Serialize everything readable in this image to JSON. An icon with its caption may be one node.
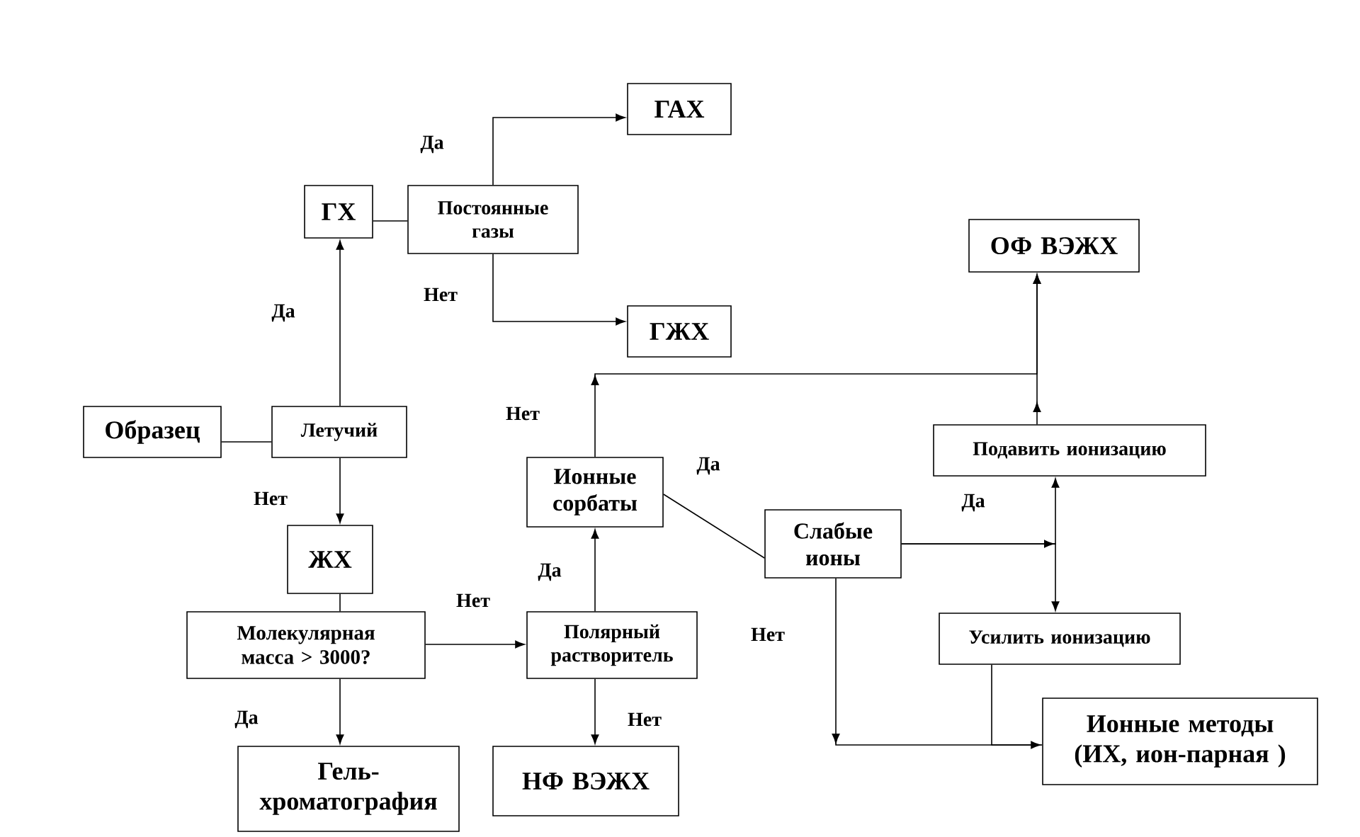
{
  "diagram": {
    "nodes": [
      {
        "text": [
          "Образец"
        ]
      },
      {
        "text": [
          "Летучий"
        ]
      },
      {
        "text": [
          "ГХ"
        ]
      },
      {
        "text": [
          "Постоянные газы"
        ]
      },
      {
        "text": [
          "ГАХ"
        ]
      },
      {
        "text": [
          "ГЖХ"
        ]
      },
      {
        "text": [
          "ЖХ"
        ]
      },
      {
        "text": [
          "Молекулярная масса > 3000?"
        ]
      },
      {
        "text": [
          "Гель-хроматография"
        ]
      },
      {
        "text": [
          "Полярный растворитель"
        ]
      },
      {
        "text": [
          "НФ ВЭЖХ"
        ]
      },
      {
        "text": [
          "Ионные сорбаты"
        ]
      },
      {
        "text": [
          "Слабые ионы"
        ]
      },
      {
        "text": [
          "ОФ ВЭЖХ"
        ]
      },
      {
        "text": [
          "Подавить ионизацию"
        ]
      },
      {
        "text": [
          "Усилить ионизацию"
        ]
      },
      {
        "text": [
          "Ионные методы (ИХ, ион-парная )"
        ]
      }
    ],
    "edges": [
      {
        "from": 0,
        "to": 1,
        "arrow": "none"
      },
      {
        "from": 1,
        "to": 2,
        "arrow": "to",
        "label": "Да"
      },
      {
        "from": 2,
        "to": 3,
        "arrow": "none"
      },
      {
        "from": 3,
        "to": 4,
        "arrow": "to",
        "label": "Да"
      },
      {
        "from": 3,
        "to": 5,
        "arrow": "to",
        "label": "Нет"
      },
      {
        "from": 1,
        "to": 6,
        "arrow": "to",
        "label": "Нет"
      },
      {
        "from": 6,
        "to": 7,
        "arrow": "none"
      },
      {
        "from": 7,
        "to": 8,
        "arrow": "to",
        "label": "Да"
      },
      {
        "from": 7,
        "to": 9,
        "arrow": "to",
        "label": "Нет"
      },
      {
        "from": 9,
        "to": 11,
        "arrow": "to",
        "label": "Да"
      },
      {
        "from": 9,
        "to": 10,
        "arrow": "to",
        "label": "Нет"
      },
      {
        "from": 11,
        "to": 13,
        "arrow": "to",
        "label": "Нет"
      },
      {
        "from": 11,
        "to": 12,
        "arrow": "none",
        "label": "Да"
      },
      {
        "from": 12,
        "to": 14,
        "arrow": "to",
        "label": "Да"
      },
      {
        "from": 12,
        "to": 15,
        "arrow": "to"
      },
      {
        "from": 14,
        "to": 13,
        "arrow": "to"
      },
      {
        "from": 12,
        "to": 16,
        "arrow": "to",
        "label": "Нет"
      },
      {
        "from": 15,
        "to": 16,
        "arrow": "none"
      }
    ]
  }
}
